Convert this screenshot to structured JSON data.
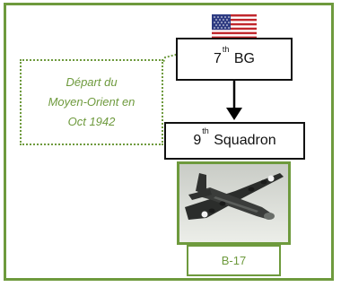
{
  "unit": {
    "group_prefix": "7",
    "group_suffix": "th",
    "group_name": "BG",
    "squadron_prefix": "9",
    "squadron_suffix": "th",
    "squadron_name": "Squadron"
  },
  "callout": {
    "line1": "Départ du",
    "line2": "Moyen-Orient en",
    "line3": "Oct 1942"
  },
  "aircraft": {
    "label": "B-17"
  },
  "flag": "us-flag",
  "colors": {
    "accent": "#6e9a3d",
    "box_border": "#111111",
    "arrow": "#000000"
  }
}
